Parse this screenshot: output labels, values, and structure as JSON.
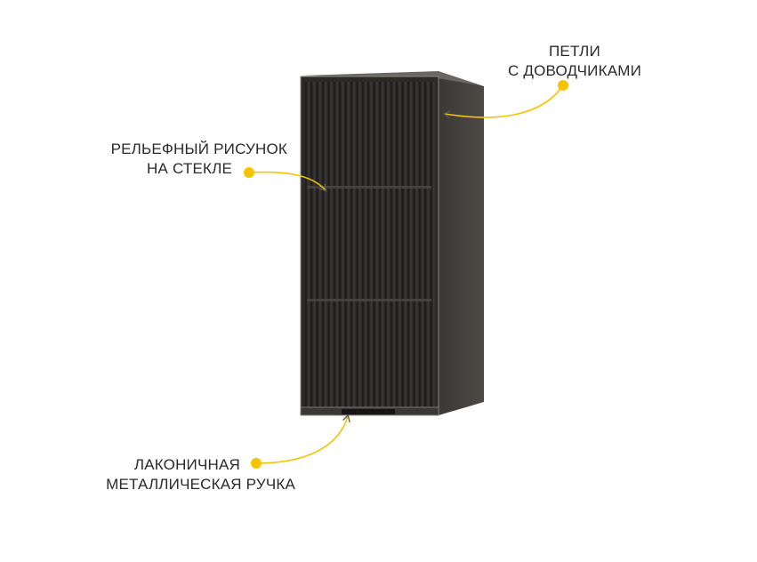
{
  "colors": {
    "accent": "#f5c400",
    "cabinet_front": "#2b2a28",
    "cabinet_side": "#45433f",
    "frame_edge": "#8a8780"
  },
  "callouts": {
    "hinges": {
      "line1": "ПЕТЛИ",
      "line2": "С ДОВОДЧИКАМИ"
    },
    "glass": {
      "line1": "РЕЛЬЕФНЫЙ РИСУНОК",
      "line2": "НА СТЕКЛЕ"
    },
    "handle": {
      "line1": "ЛАКОНИЧНАЯ",
      "line2": "МЕТАЛЛИЧЕСКАЯ РУЧКА"
    }
  }
}
